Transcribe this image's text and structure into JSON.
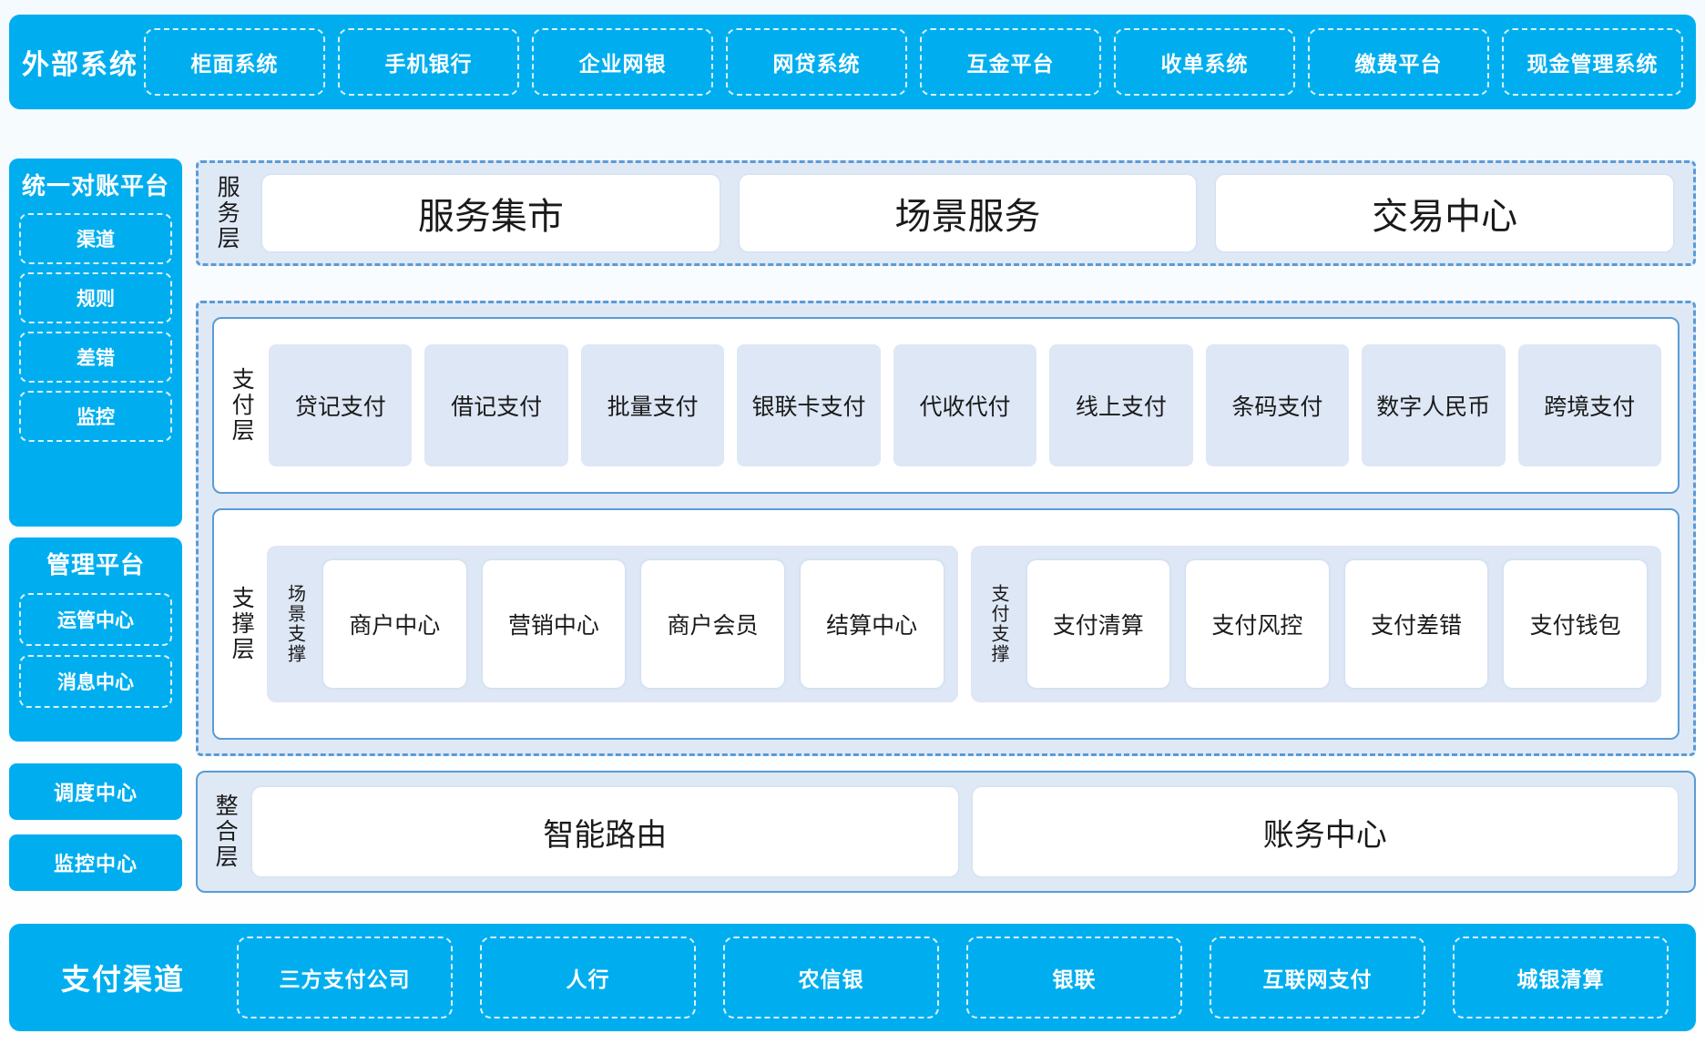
{
  "colors": {
    "brand_blue": "#00aeef",
    "panel_border_blue": "#5b9bd5",
    "tile_light_blue": "#dde7f5",
    "dash_bg": "#dfe9f6",
    "page_bg": "#f7fbfd"
  },
  "external_systems": {
    "title": "外部系统",
    "items": [
      "柜面系统",
      "手机银行",
      "企业网银",
      "网贷系统",
      "互金平台",
      "收单系统",
      "缴费平台",
      "现金管理系统"
    ]
  },
  "sidebar": {
    "reconciliation": {
      "title": "统一对账平台",
      "items": [
        "渠道",
        "规则",
        "差错",
        "监控"
      ]
    },
    "management": {
      "title": "管理平台",
      "items": [
        "运管中心",
        "消息中心"
      ]
    },
    "standalone": [
      "调度中心",
      "监控中心"
    ]
  },
  "service_layer": {
    "label": "服务层",
    "items": [
      "服务集市",
      "场景服务",
      "交易中心"
    ]
  },
  "payment_layer": {
    "label": "支付层",
    "items": [
      "贷记支付",
      "借记支付",
      "批量支付",
      "银联卡支付",
      "代收代付",
      "线上支付",
      "条码支付",
      "数字人民币",
      "跨境支付"
    ]
  },
  "support_layer": {
    "label": "支撑层",
    "groups": [
      {
        "label": "场景支撑",
        "items": [
          "商户中心",
          "营销中心",
          "商户会员",
          "结算中心"
        ]
      },
      {
        "label": "支付支撑",
        "items": [
          "支付清算",
          "支付风控",
          "支付差错",
          "支付钱包"
        ]
      }
    ]
  },
  "integration_layer": {
    "label": "整合层",
    "items": [
      "智能路由",
      "账务中心"
    ]
  },
  "payment_channels": {
    "title": "支付渠道",
    "items": [
      "三方支付公司",
      "人行",
      "农信银",
      "银联",
      "互联网支付",
      "城银清算"
    ]
  }
}
